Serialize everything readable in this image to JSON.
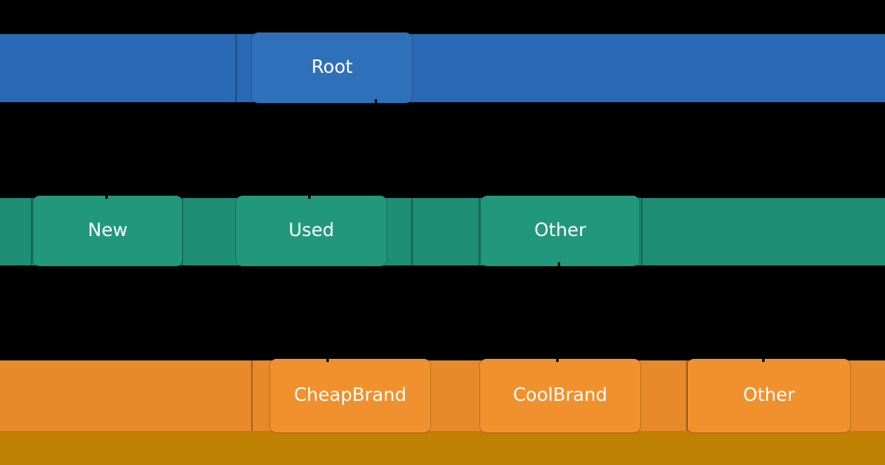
{
  "diagram": {
    "type": "hierarchy-tree",
    "background_color": "#000000",
    "label_color": "#ffffff",
    "footer_color": "#bf8004",
    "levels": [
      {
        "id": "level-1",
        "band_color": "#2a6ab4",
        "node_color": "#2f70ba",
        "nodes": [
          {
            "label": "Root"
          }
        ]
      },
      {
        "id": "level-2",
        "band_color": "#1e8e75",
        "node_color": "#21977b",
        "nodes": [
          {
            "label": "New"
          },
          {
            "label": "Used"
          },
          {
            "label": "Other"
          }
        ]
      },
      {
        "id": "level-3",
        "band_color": "#e8892a",
        "node_color": "#f0912e",
        "nodes": [
          {
            "label": "CheapBrand"
          },
          {
            "label": "CoolBrand"
          },
          {
            "label": "Other"
          }
        ]
      }
    ]
  }
}
